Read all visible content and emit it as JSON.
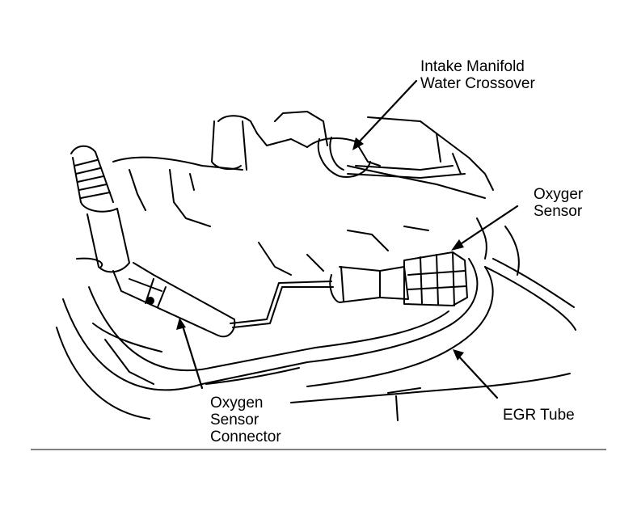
{
  "labels": {
    "intake": [
      "Intake Manifold",
      "Water Crossover"
    ],
    "oxygen_sensor": [
      "Oxyger",
      "Sensor"
    ],
    "connector": [
      "Oxygen",
      "Sensor",
      "Connector"
    ],
    "egr": "EGR Tube"
  },
  "colors": {
    "ink": "#000000",
    "paper": "#ffffff"
  }
}
